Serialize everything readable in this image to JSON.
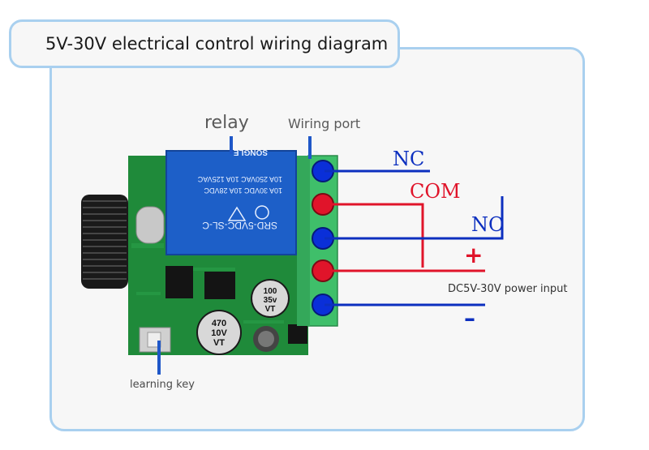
{
  "title": "5V-30V electrical control wiring diagram",
  "labels": {
    "relay": "relay",
    "wiring_port": "Wiring port",
    "nc": "NC",
    "com": "COM",
    "no": "NO",
    "plus": "+",
    "minus": "–",
    "power_input": "DC5V-30V power input",
    "learning_key": "learning key"
  },
  "relay_markings": {
    "model": "SRD-5VDC-SL-C",
    "rating1": "10A 30VDC  10A 28VDC",
    "rating2": "10A 250VAC  10A 125VAC",
    "brand": "SONGLE"
  },
  "capacitors": {
    "cap1": [
      "470",
      "10V",
      "VT"
    ],
    "cap2": [
      "100",
      "35v",
      "VT"
    ]
  },
  "colors": {
    "border": "#a9d0ef",
    "blue_wire": "#0c2fbf",
    "red_wire": "#e0142a",
    "pcb": "#1f8a3a",
    "terminal": "#3fbf6a",
    "relay_body": "#1d5fc8"
  }
}
